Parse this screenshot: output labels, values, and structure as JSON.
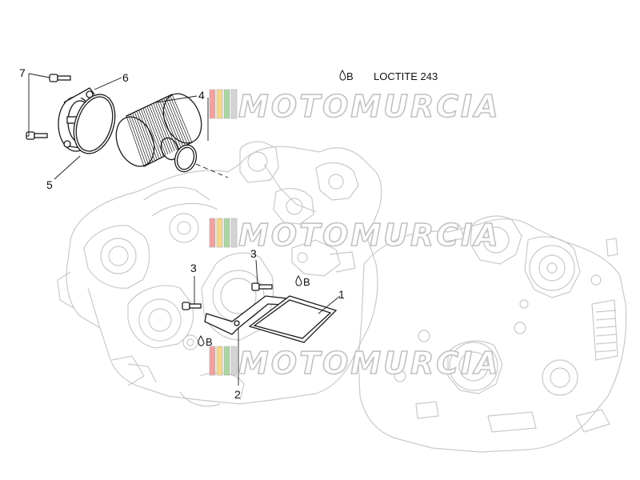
{
  "legend": {
    "symbol": "drop-icon",
    "code": "B",
    "text": "LOCTITE 243"
  },
  "callouts": [
    {
      "id": "c1",
      "label": "1"
    },
    {
      "id": "c2",
      "label": "2"
    },
    {
      "id": "c3a",
      "label": "3"
    },
    {
      "id": "c3b",
      "label": "3"
    },
    {
      "id": "c4",
      "label": "4"
    },
    {
      "id": "c5",
      "label": "5"
    },
    {
      "id": "c6",
      "label": "6"
    },
    {
      "id": "c7",
      "label": "7"
    }
  ],
  "loctite_marks": [
    {
      "id": "m1",
      "code": "B"
    },
    {
      "id": "m2",
      "code": "B"
    }
  ],
  "watermark": {
    "text": "MOTOMURCIA",
    "colors": [
      "#f3a0a0",
      "#f6d68a",
      "#a9d6a0",
      "#d4d4d4"
    ]
  }
}
